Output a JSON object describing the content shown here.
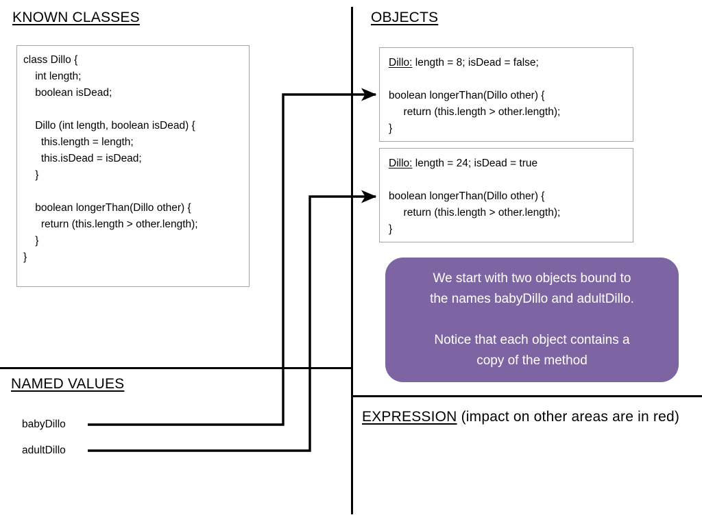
{
  "sections": {
    "known_classes": {
      "title_underlined": "KNOWN CLASSES"
    },
    "objects": {
      "title_underlined": "OBJECTS"
    },
    "named_values": {
      "title_underlined": "NAMED VALUES"
    },
    "expression": {
      "title_underlined": "EXPRESSION",
      "title_rest": " (impact on other areas are in red)"
    }
  },
  "class_box": {
    "code": "class Dillo {\n    int length;\n    boolean isDead;\n\n    Dillo (int length, boolean isDead) {\n      this.length = length;\n      this.isDead = isDead;\n    }\n\n    boolean longerThan(Dillo other) {\n      return (this.length > other.length);\n    }\n}"
  },
  "objects": [
    {
      "type_label": "Dillo:",
      "fields": " length = 8; isDead = false;",
      "method": "boolean longerThan(Dillo other) {\n     return (this.length > other.length);\n}"
    },
    {
      "type_label": "Dillo:",
      "fields": " length = 24; isDead = true",
      "method": "boolean longerThan(Dillo other) {\n     return (this.length > other.length);\n}"
    }
  ],
  "named_values": [
    {
      "name": "babyDillo"
    },
    {
      "name": "adultDillo"
    }
  ],
  "callout": {
    "line1": "We start with two objects bound to",
    "line2": "the names babyDillo and adultDillo.",
    "line3": "Notice that each object contains a",
    "line4": "copy of the method",
    "background_color": "#7d64a3",
    "text_color": "#ffffff"
  },
  "colors": {
    "line": "#000000",
    "box_border": "#a6a6a6",
    "page_background": "#ffffff",
    "accent_purple": "#7d64a3"
  }
}
